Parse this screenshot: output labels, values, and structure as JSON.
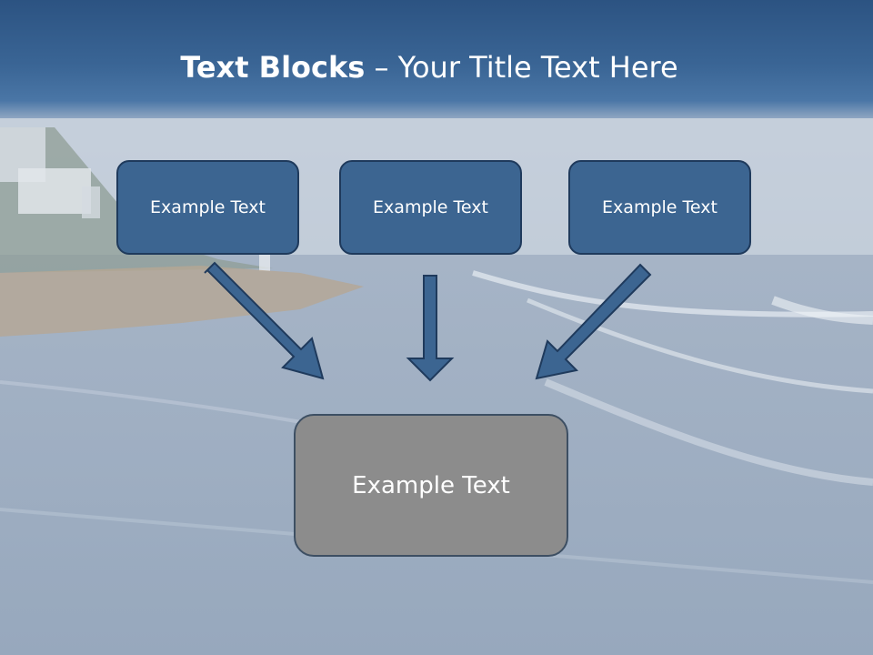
{
  "slide": {
    "title_bold": "Text Blocks",
    "title_sep": " – ",
    "title_rest": "Your Title Text Here"
  },
  "blocks": [
    {
      "label": "Example Text"
    },
    {
      "label": "Example Text"
    },
    {
      "label": "Example Text"
    }
  ],
  "main_block": {
    "label": "Example Text"
  },
  "colors": {
    "title_bar": "#2c5382",
    "block_fill": "#3c6591",
    "block_border": "#1f3a5c",
    "main_fill": "#8c8c8c"
  }
}
